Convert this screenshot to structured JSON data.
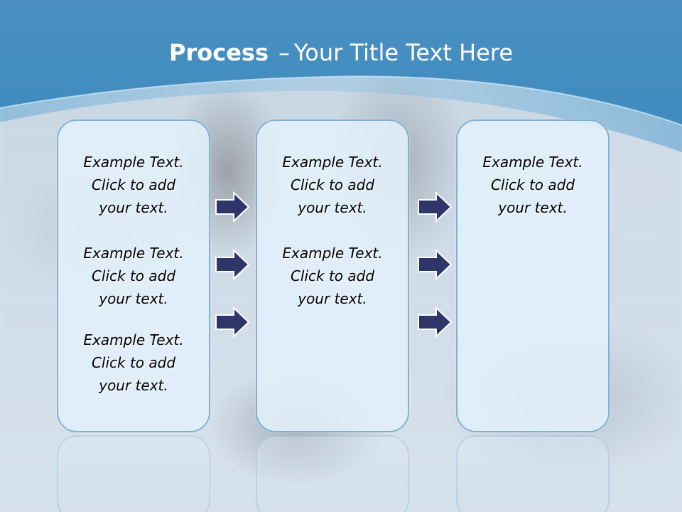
{
  "slide": {
    "title_bold": "Process",
    "title_separator": "–",
    "title_rest": "Your Title Text Here"
  },
  "colors": {
    "header_blue": "#3f8cc0",
    "header_light": "#6fb2dc",
    "box_fill": "#e2f0fa",
    "box_border": "#7fb0d4",
    "arrow_fill": "#2e3568"
  },
  "columns": [
    {
      "items": [
        {
          "line1": "Example Text.",
          "line2": "Click  to add",
          "line3": "your text."
        },
        {
          "line1": "Example Text.",
          "line2": "Click  to add",
          "line3": "your text."
        },
        {
          "line1": "Example Text.",
          "line2": "Click  to add",
          "line3": "your text."
        }
      ]
    },
    {
      "items": [
        {
          "line1": "Example Text.",
          "line2": "Click  to add",
          "line3": "your text."
        },
        {
          "line1": "Example Text.",
          "line2": "Click  to add",
          "line3": "your text."
        }
      ]
    },
    {
      "items": [
        {
          "line1": "Example Text.",
          "line2": "Click  to add",
          "line3": "your text."
        }
      ]
    }
  ],
  "arrows": [
    {
      "icon": "right-arrow-icon"
    },
    {
      "icon": "right-arrow-icon"
    },
    {
      "icon": "right-arrow-icon"
    },
    {
      "icon": "right-arrow-icon"
    },
    {
      "icon": "right-arrow-icon"
    },
    {
      "icon": "right-arrow-icon"
    }
  ]
}
